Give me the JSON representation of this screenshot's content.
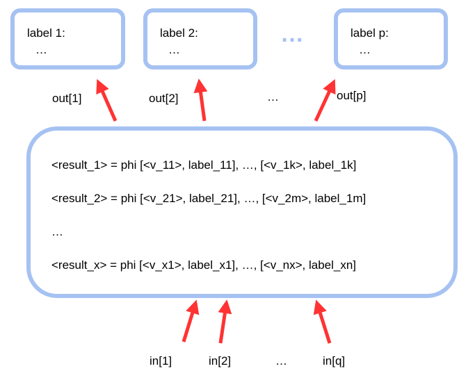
{
  "output_boxes": [
    {
      "label": "label 1:",
      "content": "…"
    },
    {
      "label": "label 2:",
      "content": "…"
    },
    {
      "label": "label p:",
      "content": "…"
    }
  ],
  "boxes_ellipsis": "…",
  "out_labels": [
    "out[1]",
    "out[2]",
    "…",
    "out[p]"
  ],
  "phi_lines": [
    "<result_1> = phi [<v_11>, label_11], …, [<v_1k>, label_1k]",
    "<result_2> = phi [<v_21>, label_21], …, [<v_2m>, label_1m]",
    "…",
    "<result_x> = phi [<v_x1>, label_x1], …, [<v_nx>, label_xn]"
  ],
  "in_labels": [
    "in[1]",
    "in[2]",
    "…",
    "in[q]"
  ],
  "colors": {
    "box_border": "#a6c2f2",
    "arrow": "#ff3333"
  }
}
